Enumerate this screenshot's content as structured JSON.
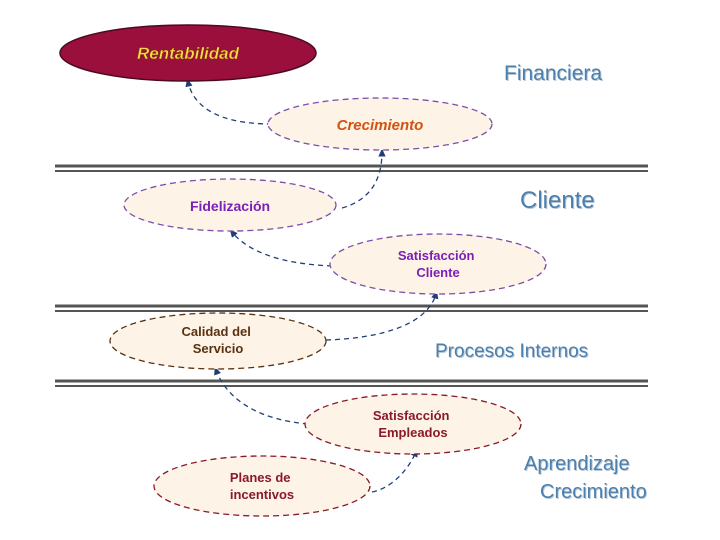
{
  "nodes": {
    "rentabilidad": "Rentabilidad",
    "crecimiento": "Crecimiento",
    "fidelizacion": "Fidelización",
    "satisfaccion_cliente": [
      "Satisfacción",
      "Cliente"
    ],
    "calidad_servicio": [
      "Calidad del",
      "Servicio"
    ],
    "satisfaccion_empleados": [
      "Satisfacción",
      "Empleados"
    ],
    "planes_incentivos": [
      "Planes de",
      "incentivos"
    ]
  },
  "perspectives": {
    "financiera": "Financiera",
    "cliente": "Cliente",
    "procesos_internos": "Procesos Internos",
    "aprendizaje": "Aprendizaje",
    "crecimiento": "Crecimiento"
  },
  "colors": {
    "rentabilidad_fill": "#9b0f3c",
    "rentabilidad_text": "#ffd84a",
    "crecimiento_text": "#d4520f",
    "cliente_text": "#7b1fb8",
    "procesos_text": "#5a3212",
    "aprendizaje_text": "#8a1a2a",
    "node_fill": "#fdf3e6",
    "dashed_stroke": "#7b4fa8",
    "arrow": "#1f3f78",
    "divider": "#555555",
    "perspective_text": "#4a7fae"
  }
}
